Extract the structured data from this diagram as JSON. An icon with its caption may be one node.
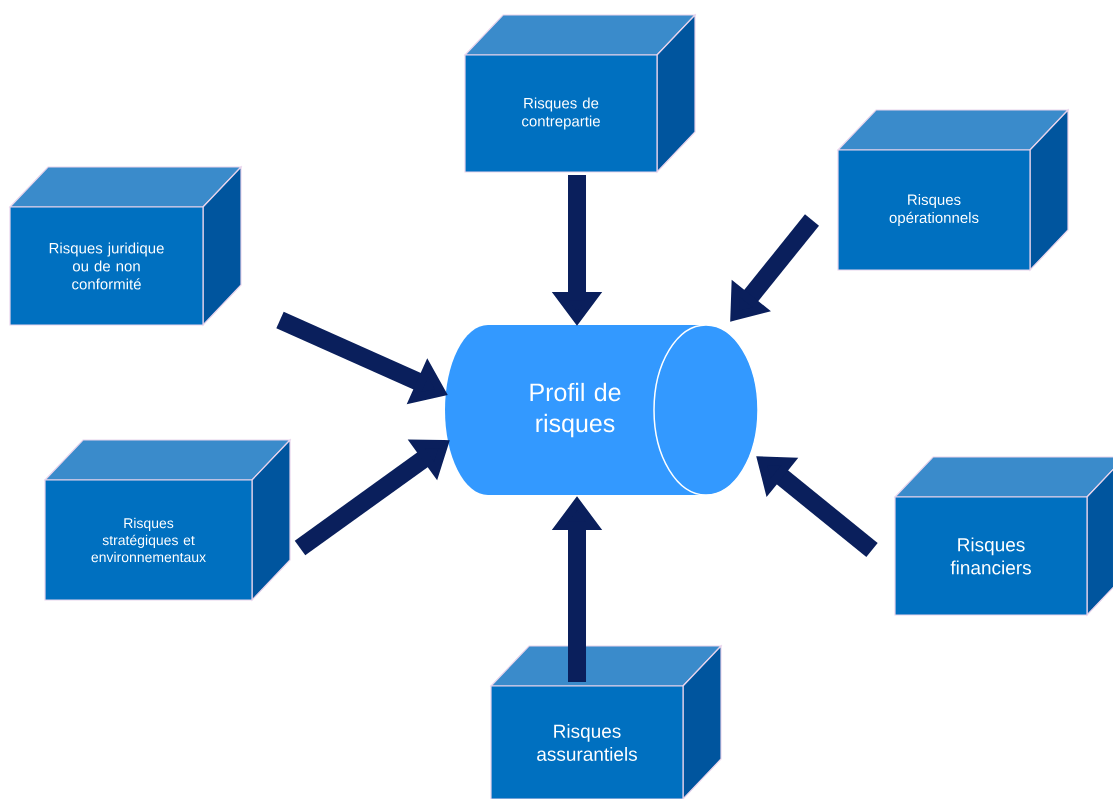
{
  "diagram": {
    "nodes": [
      {
        "text": [
          "Risques de contrepartie"
        ]
      },
      {
        "text": [
          "Risques opérationnels"
        ]
      },
      {
        "text": [
          "Risques juridique ou de non conformité"
        ]
      },
      {
        "text": [
          "Risques stratégiques et environnementaux"
        ]
      },
      {
        "text": [
          "Risques financiers"
        ]
      },
      {
        "text": [
          "Risques assurantiels"
        ]
      },
      {
        "text": [
          "Profil de risques"
        ]
      }
    ],
    "edges": [
      {
        "from": 0,
        "to": 6,
        "arrow": "to"
      },
      {
        "from": 1,
        "to": 6,
        "arrow": "to"
      },
      {
        "from": 2,
        "to": 6,
        "arrow": "to"
      },
      {
        "from": 3,
        "to": 6,
        "arrow": "to"
      },
      {
        "from": 4,
        "to": 6,
        "arrow": "to"
      },
      {
        "from": 5,
        "to": 6,
        "arrow": "to"
      }
    ]
  }
}
